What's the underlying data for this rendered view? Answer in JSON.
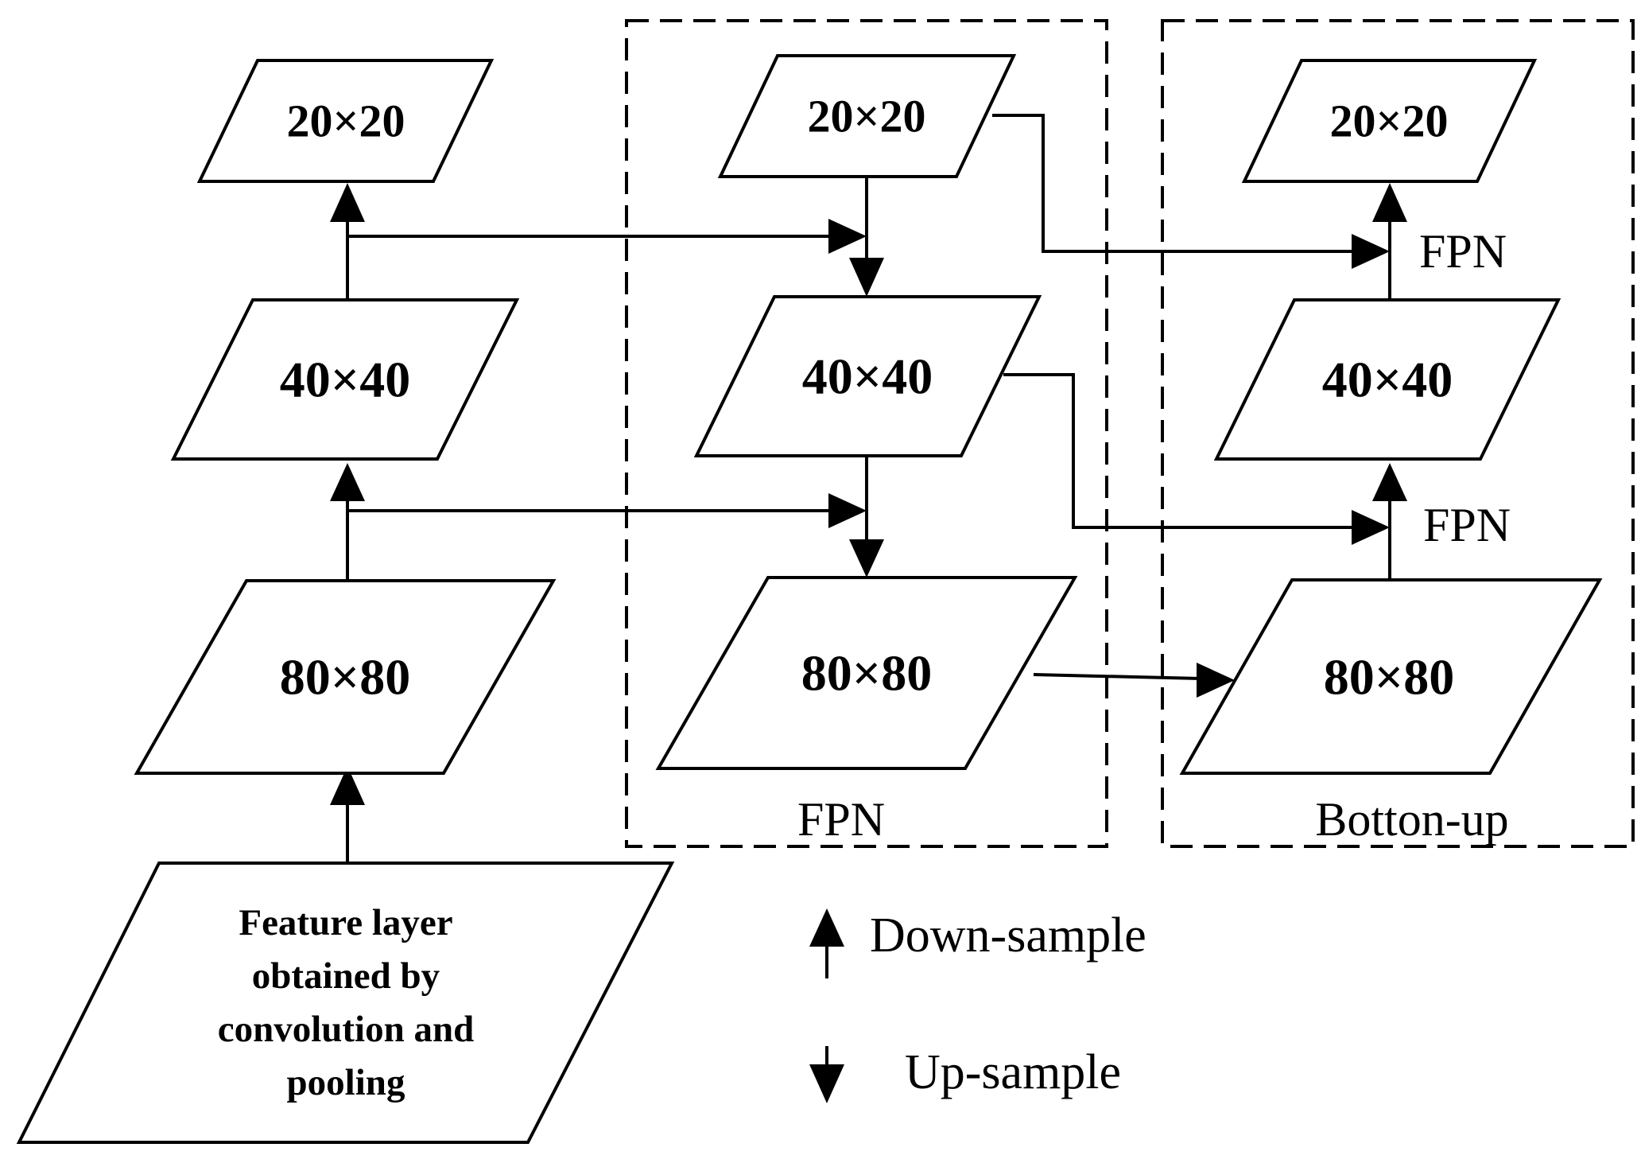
{
  "backbone": {
    "level_20": "20×20",
    "level_40": "40×40",
    "level_80": "80×80",
    "feature_layer": [
      "Feature layer",
      "obtained by",
      "convolution and",
      "pooling"
    ]
  },
  "fpn_column": {
    "level_20": "20×20",
    "level_40": "40×40",
    "level_80": "80×80",
    "label": "FPN"
  },
  "bottom_up_column": {
    "level_20": "20×20",
    "level_40": "40×40",
    "level_80": "80×80",
    "label": "Botton-up",
    "fusion_upper": "FPN",
    "fusion_lower": "FPN"
  },
  "legend": {
    "down": "Down-sample",
    "up": "Up-sample"
  }
}
